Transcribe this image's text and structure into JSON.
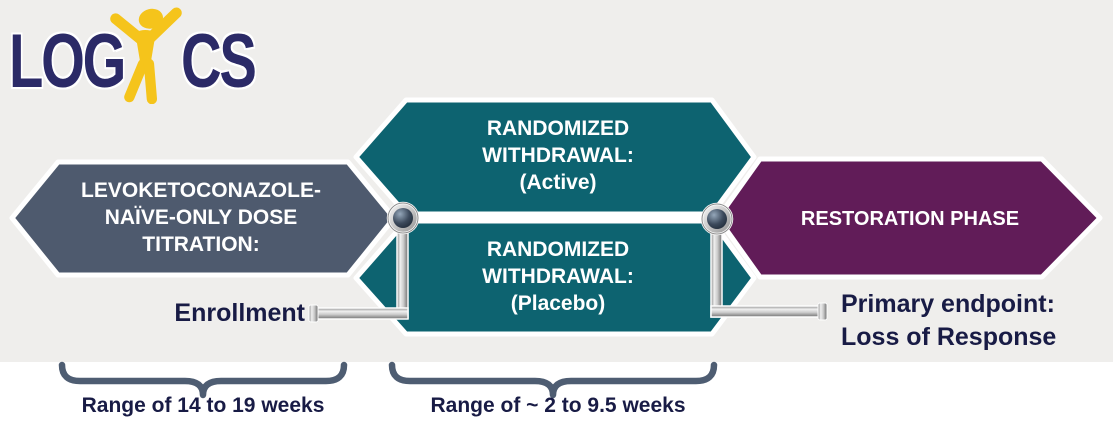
{
  "logo": {
    "prefix": "LOG",
    "suffix": "CS",
    "figure_icon": "person-arms-raised-icon",
    "navy": "#2b2a67",
    "yellow": "#f5c41b"
  },
  "diagram": {
    "titration_phase": {
      "label": "LEVOKETOCONAZOLE-\nNAÏVE-ONLY DOSE\nTITRATION:",
      "color": "#4e5a6e"
    },
    "randomized_active": {
      "label": "RANDOMIZED\nWITHDRAWAL:\n(Active)",
      "color": "#0d6370"
    },
    "randomized_placebo": {
      "label": "RANDOMIZED\nWITHDRAWAL:\n(Placebo)",
      "color": "#0d6370"
    },
    "restoration_phase": {
      "label": "RESTORATION PHASE",
      "color": "#611c58"
    },
    "enrollment_label": "Enrollment",
    "primary_endpoint_label": "Primary endpoint:\nLoss of Response",
    "range_titration": "Range of 14 to 19 weeks",
    "range_withdrawal": "Range of ~ 2 to 9.5 weeks",
    "text_navy": "#181b45",
    "brace_color": "#4e5d72"
  }
}
